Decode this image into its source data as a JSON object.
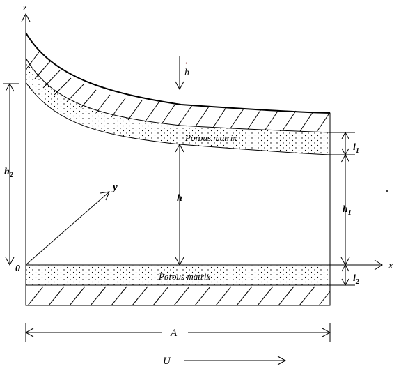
{
  "labels": {
    "z_axis": "z",
    "x_axis": "x",
    "y_axis": "y",
    "origin": "0",
    "h_dot_base": "h",
    "h_dot_mark": "·",
    "porous_top": "Porous matrix",
    "porous_bottom": "Porous matrix",
    "h": "h",
    "h1": "h",
    "h1_sub": "1",
    "h2": "h",
    "h2_sub": "2",
    "l1": "l",
    "l1_sub": "1",
    "l2": "l",
    "l2_sub": "2",
    "A": "A",
    "U": "U"
  }
}
